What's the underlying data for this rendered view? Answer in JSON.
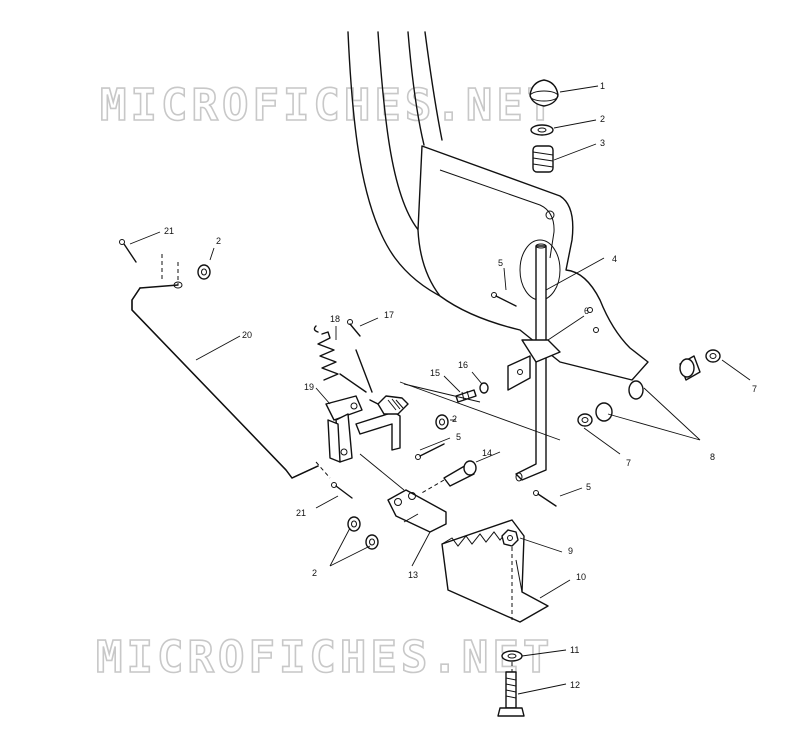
{
  "watermark": {
    "text": "MICROFICHES.NET",
    "color": "#c8c8c8"
  },
  "callouts": {
    "c1": "1",
    "c2a": "2",
    "c3": "3",
    "c4": "4",
    "c5a": "5",
    "c6": "6",
    "c7a": "7",
    "c8": "8",
    "c7b": "7",
    "c21a": "21",
    "c2b": "2",
    "c20": "20",
    "c18": "18",
    "c17": "17",
    "c19": "19",
    "c15": "15",
    "c16": "16",
    "c2c": "2",
    "c5b": "5",
    "c14": "14",
    "c5c": "5",
    "c21b": "21",
    "c2d": "2",
    "c13": "13",
    "c9": "9",
    "c10": "10",
    "c11": "11",
    "c12": "12"
  }
}
